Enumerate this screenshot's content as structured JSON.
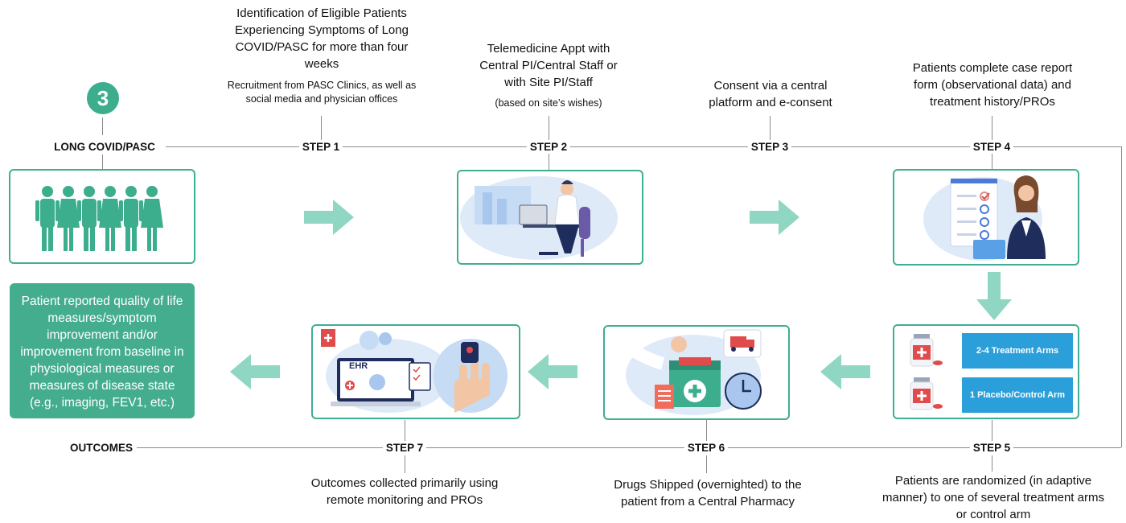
{
  "badge_number": "3",
  "condition_label": "LONG COVID/PASC",
  "outcomes_label": "OUTCOMES",
  "outcomes_box_text": "Patient reported quality of life measures/symptom improvement and/or improvement from baseline in physiological measures or measures of disease state (e.g., imaging, FEV1, etc.)",
  "steps": [
    {
      "label": "STEP 1",
      "title": "Identification of Eligible Patients Experiencing Symptoms of Long COVID/PASC for more than four weeks",
      "note": "Recruitment from PASC Clinics, as well as social media and physician offices"
    },
    {
      "label": "STEP 2",
      "title": "Telemedicine Appt with Central PI/Central Staff or with Site PI/Staff",
      "note": "(based on site’s wishes)"
    },
    {
      "label": "STEP 3",
      "title": "Consent via a central platform and e-consent"
    },
    {
      "label": "STEP 4",
      "title": "Patients complete case report form (observational data) and treatment history/PROs"
    },
    {
      "label": "STEP 5",
      "title": "Patients are randomized (in adaptive manner) to one of several treatment arms or  control arm"
    },
    {
      "label": "STEP 6",
      "title": "Drugs Shipped (overnighted) to the patient from a Central Pharmacy"
    },
    {
      "label": "STEP 7",
      "title": "Outcomes collected primarily using remote monitoring and PROs"
    }
  ],
  "arms": {
    "treatment": "2-4 Treatment Arms",
    "placebo": "1 Placebo/Control Arm"
  },
  "ehr_label": "EHR",
  "colors": {
    "accent": "#3fae92",
    "arrow": "#8fd6c3",
    "arm_blue": "#2b9fd9",
    "navy": "#1f2d5c"
  }
}
